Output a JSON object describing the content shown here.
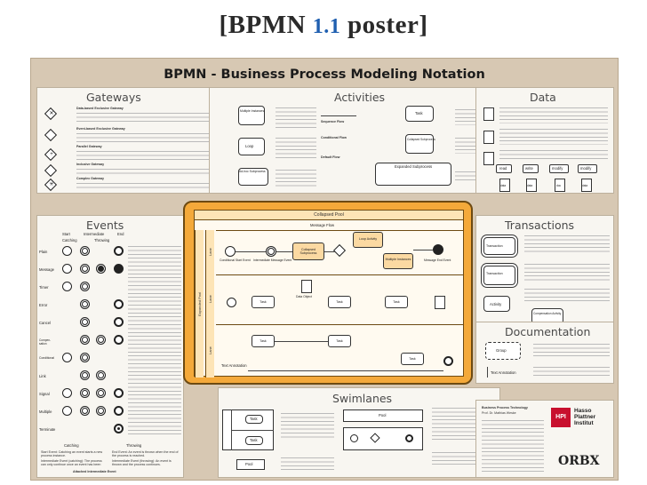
{
  "slide": {
    "title_pre": "[BPMN ",
    "title_ver": "1.1",
    "title_post": " poster]"
  },
  "poster": {
    "title": "BPMN - Business Process Modeling Notation",
    "panels": {
      "gateways": "Gateways",
      "activities": "Activities",
      "data": "Data",
      "events": "Events",
      "transactions": "Transactions",
      "documentation": "Documentation",
      "swimlanes": "Swimlanes"
    },
    "gateways": {
      "texts": [
        "Data-based Exclusive Gateway",
        "Event-based Exclusive Gateway",
        "Parallel Gateway",
        "Inclusive Gateway",
        "Complex Gateway"
      ]
    },
    "activities": {
      "labels": [
        "Multiple Instances",
        "Loop",
        "Ad-hoc Subprocess",
        "Task",
        "Collapsed Subprocess",
        "Expanded Subprocess"
      ],
      "notes": [
        "Sequence Flow",
        "Conditional Flow",
        "Default Flow"
      ]
    },
    "data": {
      "labels": [
        "read",
        "write",
        "modify",
        "modify"
      ],
      "docs": [
        "data",
        "data",
        "doc",
        "data"
      ]
    },
    "events": {
      "columns": [
        "Start",
        "Intermediate",
        "End"
      ],
      "subcolumns": [
        "Catching",
        "Throwing"
      ],
      "rows": [
        "Plain",
        "Message",
        "Timer",
        "Error",
        "Cancel",
        "Compen-sation",
        "Conditional",
        "Link",
        "Signal",
        "Multiple",
        "Terminate"
      ],
      "footer_left": "Catching",
      "footer_right": "Throwing",
      "notes": [
        "Start Event: Catching an event starts a new process instance.",
        "Intermediate Event (catching): The process can only continue once an event has been caught.",
        "End Event: An event is thrown when the end of the process is reached.",
        "Intermediate Event (throwing): An event is thrown and the process continues.",
        "Attached Intermediate Event"
      ]
    },
    "collapsed_pool": {
      "title": "Collapsed Pool",
      "message_flow": "Message Flow",
      "lanes": [
        "Lane",
        "Lane",
        "Lane"
      ],
      "pool_label": "Expanded Pool",
      "tasks": [
        "Collapsed Subprocess",
        "Multiple Instances",
        "Task",
        "Task",
        "Task",
        "Task",
        "Task",
        "Task"
      ],
      "events": [
        "Conditional Start Event",
        "Intermediate Message Event",
        "Message End Event",
        "Start Event",
        "Text Annotation"
      ],
      "loop": "Loop Activity",
      "data_object": "Data Object"
    },
    "transactions": {
      "labels": [
        "Transaction",
        "Transaction",
        "Activity",
        "Compensation Activity"
      ]
    },
    "documentation": {
      "labels": [
        "Group",
        "Text Annotation"
      ]
    },
    "swimlanes": {
      "labels": [
        "Pool",
        "Pool",
        "Lane",
        "Lane",
        "Task",
        "Task"
      ]
    },
    "credits": {
      "heading": "Business Process Technology",
      "name": "Prof. Dr. Mathias Weske",
      "hpi": "HPI",
      "hpi_text": "Hasso Plattner Institut",
      "orbx": "ORBX"
    }
  }
}
